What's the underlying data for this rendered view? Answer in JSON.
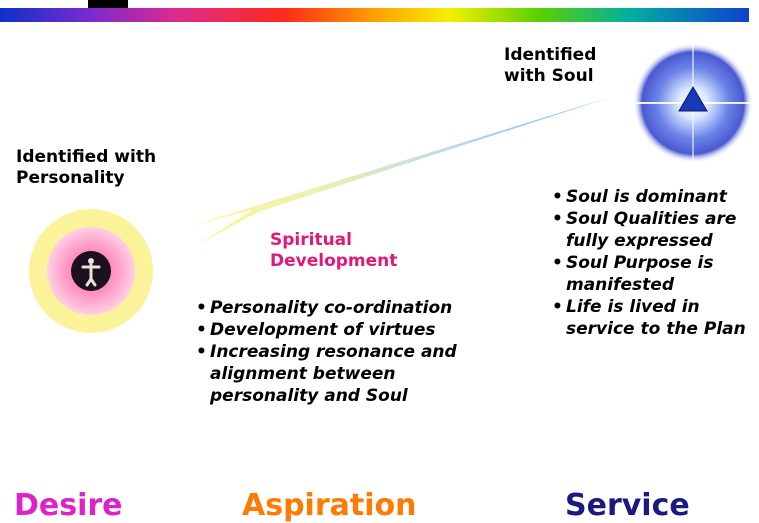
{
  "header": {
    "bar_colors": [
      "#1030c8",
      "#e02a8a",
      "#ff2a1a",
      "#ffa000",
      "#f5f000",
      "#5ad000",
      "#1040d0"
    ]
  },
  "personality": {
    "label_line1": "Identified with",
    "label_line2": "Personality",
    "icon": "human-figure-icon"
  },
  "soul": {
    "label_line1": "Identified",
    "label_line2": "with Soul",
    "icon": "triangle-star-icon",
    "points": [
      "Soul is dominant",
      "Soul Qualities are fully expressed",
      "Soul Purpose is manifested",
      "Life is lived in service to the Plan"
    ]
  },
  "development": {
    "label_line1": "Spiritual",
    "label_line2": "Development",
    "points": [
      "Personality co-ordination",
      "Development of virtues",
      "Increasing resonance and alignment between personality and Soul"
    ]
  },
  "stages": {
    "desire": "Desire",
    "aspiration": "Aspiration",
    "service": "Service"
  },
  "colors": {
    "desire": "#e020c8",
    "aspiration": "#ff7a00",
    "service": "#1a1a80",
    "spiritual_development": "#e0187a"
  }
}
